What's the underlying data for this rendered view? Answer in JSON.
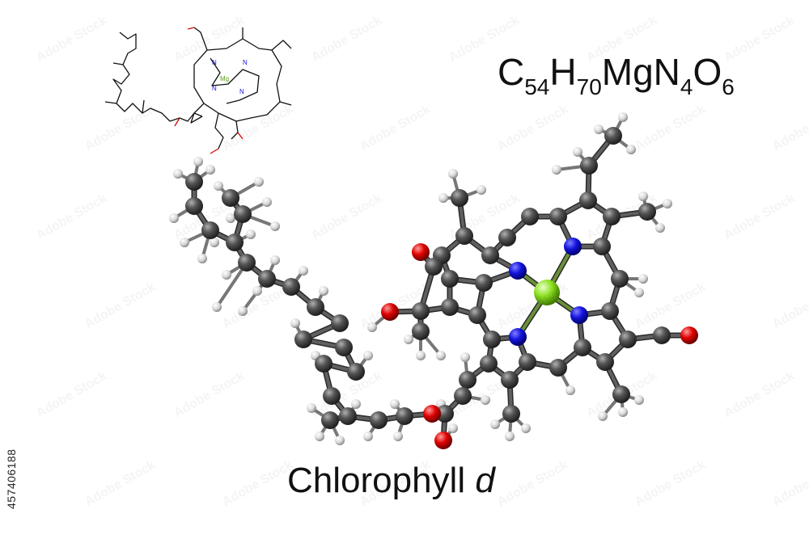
{
  "formula": {
    "segments": [
      {
        "t": "C",
        "sub": false
      },
      {
        "t": "54",
        "sub": true
      },
      {
        "t": "H",
        "sub": false
      },
      {
        "t": "70",
        "sub": true
      },
      {
        "t": "MgN",
        "sub": false
      },
      {
        "t": "4",
        "sub": true
      },
      {
        "t": "O",
        "sub": false
      },
      {
        "t": "6",
        "sub": true
      }
    ]
  },
  "title": {
    "main": "Chlorophyll ",
    "italic": "d"
  },
  "stock_id": "457406188",
  "structure_label": {
    "metal": "Mg"
  },
  "watermark": "Adobe Stock",
  "colors": {
    "carbon": "#4a4a4a",
    "hydrogen": "#e6e6e6",
    "nitrogen": "#1010e0",
    "oxygen": "#e00000",
    "magnesium": "#88ee22",
    "bond": "#555555"
  }
}
